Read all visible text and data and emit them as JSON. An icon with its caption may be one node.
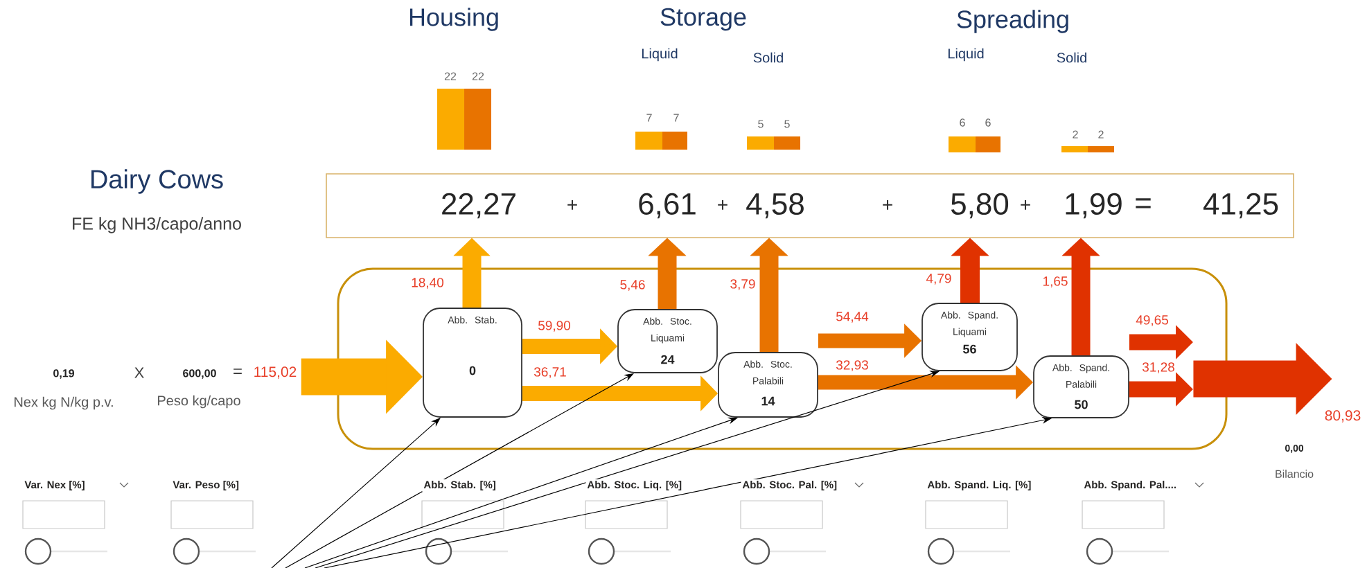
{
  "diagram": {
    "nodes": [
      {
        "text": [
          "+",
          "+",
          "+",
          "+",
          "="
        ]
      },
      {
        "text": [
          "22,27"
        ],
        "in": 0
      },
      {
        "text": [
          "6,61"
        ],
        "in": 0
      },
      {
        "text": [
          "4,58"
        ],
        "in": 0
      },
      {
        "text": [
          "5,80"
        ],
        "in": 0
      },
      {
        "text": [
          "1,99"
        ],
        "in": 0
      },
      {
        "text": [
          "41,25"
        ],
        "in": 0
      },
      {
        "text": [],
        "shape": "box"
      },
      {
        "text": [
          "Abb. Stab.",
          "0"
        ],
        "in": 7
      },
      {
        "text": [
          "Abb. Stoc. Liquami",
          "24"
        ],
        "in": 7
      },
      {
        "text": [
          "Abb. Stoc. Palabili",
          "14"
        ],
        "in": 7
      },
      {
        "text": [
          "Abb. Spand. Liquami",
          "56"
        ],
        "in": 7
      },
      {
        "text": [
          "Abb. Spand. Palabili",
          "50"
        ],
        "in": 7
      },
      {
        "text": [
          "115,02"
        ]
      },
      {
        "text": [],
        "shape": "arrow",
        "beside": [
          "80,93"
        ]
      }
    ],
    "edges": [
      {
        "from": 13,
        "to": 8,
        "arrow": "to",
        "style": "thick",
        "color": "#fbab00"
      },
      {
        "from": 8,
        "to": 1,
        "arrow": "to",
        "label": "18,40",
        "color": "#fbab00"
      },
      {
        "from": 8,
        "to": 9,
        "arrow": "to",
        "label": "59,90",
        "color": "#fbab00"
      },
      {
        "from": 8,
        "to": 10,
        "arrow": "to",
        "label": "36,71",
        "color": "#fbab00"
      },
      {
        "from": 9,
        "to": 2,
        "arrow": "to",
        "label": "5,46",
        "color": "#e87300"
      },
      {
        "from": 10,
        "to": 3,
        "arrow": "to",
        "label": "3,79",
        "color": "#e87300"
      },
      {
        "from": 10,
        "to": 11,
        "arrow": "to",
        "label": "54,44",
        "color": "#e87300"
      },
      {
        "from": 10,
        "to": 12,
        "arrow": "to",
        "label": "32,93",
        "color": "#e87300"
      },
      {
        "from": 11,
        "to": 4,
        "arrow": "to",
        "label": "4,79",
        "color": "#e03200"
      },
      {
        "from": 12,
        "to": 5,
        "arrow": "to",
        "label": "1,65",
        "color": "#e03200"
      },
      {
        "from": 12,
        "to": 14,
        "arrow": "to",
        "label": "49,65",
        "color": "#e03200"
      },
      {
        "from": 12,
        "to": 14,
        "arrow": "to",
        "label": "31,28",
        "color": "#e03200"
      },
      {
        "from": null,
        "to": 8,
        "arrow": "to"
      },
      {
        "from": null,
        "to": 9,
        "arrow": "to"
      },
      {
        "from": null,
        "to": 10,
        "arrow": "to"
      },
      {
        "from": null,
        "to": 11,
        "arrow": "to"
      },
      {
        "from": null,
        "to": 12,
        "arrow": "to"
      }
    ],
    "labels": [
      "Housing",
      "Storage",
      "Spreading",
      "Liquid",
      "Solid",
      "Liquid",
      "Solid",
      "22",
      "22",
      "7",
      "7",
      "5",
      "5",
      "6",
      "6",
      "2",
      "2",
      "Dairy Cows",
      "FE kg NH3/capo/anno",
      "0,19",
      "X",
      "600,00",
      "=",
      "Nex kg N/kg p.v.",
      "Peso kg/capo",
      "0,00",
      "Bilancio",
      "Var. Nex [%]",
      "Var. Peso [%]",
      "Abb. Stab. [%]",
      "Abb. Stoc. Liq. [%]",
      "Abb. Stoc. Pal. [%]",
      "Abb. Spand. Liq. [%]",
      "Abb. Spand. Pal...."
    ]
  }
}
